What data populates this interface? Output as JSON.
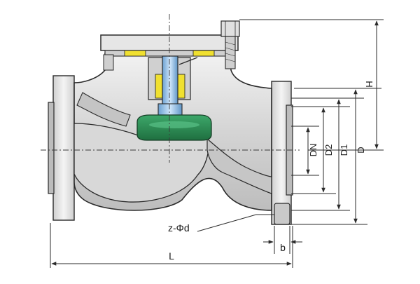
{
  "labels": {
    "DN": "DN",
    "D2": "D2",
    "D1": "D1",
    "D": "D",
    "H": "H",
    "L": "L",
    "b": "b",
    "bolt_holes": "z-Φd"
  },
  "colors": {
    "body_fill": "#dcdcdc",
    "body_stroke": "#2a2a2a",
    "disc_green": "#2e8b57",
    "stem_blue": "#8ab8e0",
    "gland_yellow": "#f0e030",
    "dim_line": "#2a2a2a",
    "center_line": "#3a3a3a",
    "background": "#ffffff"
  },
  "icons": {
    "hinge": "hinge-pin",
    "bolt": "hex-bolt"
  }
}
